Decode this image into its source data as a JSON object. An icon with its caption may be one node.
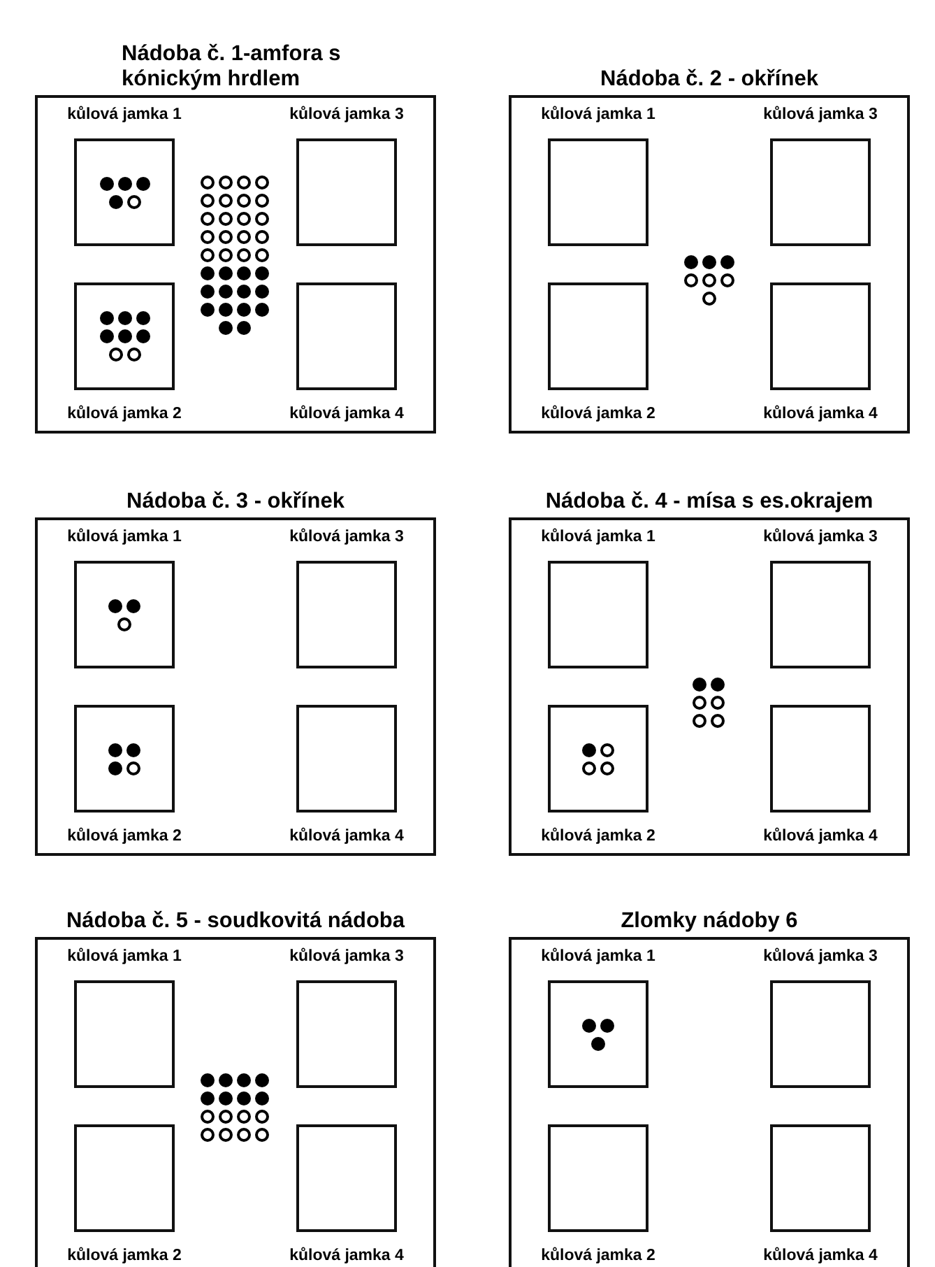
{
  "diagram": {
    "nodes": [
      {
        "text": [
          "Nádoba č. 1-amfora s kónickým hrdlem"
        ]
      },
      {
        "text": [
          "kůlová jamka 1"
        ],
        "in": 0
      },
      {
        "text": [
          "kůlová jamka 3"
        ],
        "in": 0
      },
      {
        "text": [
          "kůlová jamka 2"
        ],
        "in": 0
      },
      {
        "text": [
          "kůlová jamka 4"
        ],
        "in": 0
      },
      {
        "text": [
          "Nádoba č. 2 - okřínek"
        ]
      },
      {
        "text": [
          "kůlová jamka 1"
        ],
        "in": 5
      },
      {
        "text": [
          "kůlová jamka 3"
        ],
        "in": 5
      },
      {
        "text": [
          "kůlová jamka 2"
        ],
        "in": 5
      },
      {
        "text": [
          "kůlová jamka 4"
        ],
        "in": 5
      },
      {
        "text": [
          "Nádoba č. 3 - okřínek"
        ]
      },
      {
        "text": [
          "kůlová jamka 1"
        ],
        "in": 10
      },
      {
        "text": [
          "kůlová jamka 3"
        ],
        "in": 10
      },
      {
        "text": [
          "kůlová jamka 2"
        ],
        "in": 10
      },
      {
        "text": [
          "kůlová jamka 4"
        ],
        "in": 10
      },
      {
        "text": [
          "Nádoba č. 4 - mísa s es.okrajem"
        ]
      },
      {
        "text": [
          "kůlová jamka 1"
        ],
        "in": 15
      },
      {
        "text": [
          "kůlová jamka 3"
        ],
        "in": 15
      },
      {
        "text": [
          "kůlová jamka 2"
        ],
        "in": 15
      },
      {
        "text": [
          "kůlová jamka 4"
        ],
        "in": 15
      },
      {
        "text": [
          "Nádoba č. 5 - soudkovitá nádoba"
        ]
      },
      {
        "text": [
          "kůlová jamka 1"
        ],
        "in": 20
      },
      {
        "text": [
          "kůlová jamka 3"
        ],
        "in": 20
      },
      {
        "text": [
          "kůlová jamka 2"
        ],
        "in": 20
      },
      {
        "text": [
          "kůlová jamka 4"
        ],
        "in": 20
      },
      {
        "text": [
          "Zlomky nádoby 6"
        ]
      },
      {
        "text": [
          "kůlová jamka 1"
        ],
        "in": 25
      },
      {
        "text": [
          "kůlová jamka 3"
        ],
        "in": 25
      },
      {
        "text": [
          "kůlová jamka 2"
        ],
        "in": 25
      },
      {
        "text": [
          "kůlová jamka 4"
        ],
        "in": 25
      }
    ]
  }
}
